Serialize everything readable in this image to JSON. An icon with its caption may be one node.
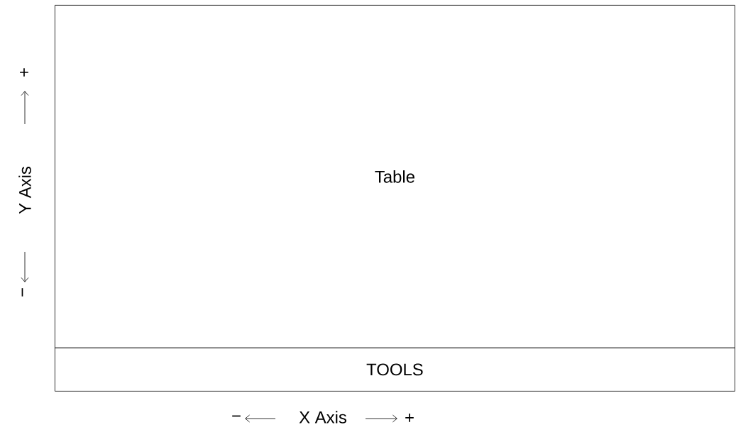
{
  "diagram": {
    "nodes": [
      {
        "text": [
          "Table"
        ]
      },
      {
        "text": [
          "TOOLS"
        ]
      }
    ],
    "labels": [
      "−",
      "X Axis",
      "+",
      "−",
      "Y Axis",
      "+"
    ]
  }
}
